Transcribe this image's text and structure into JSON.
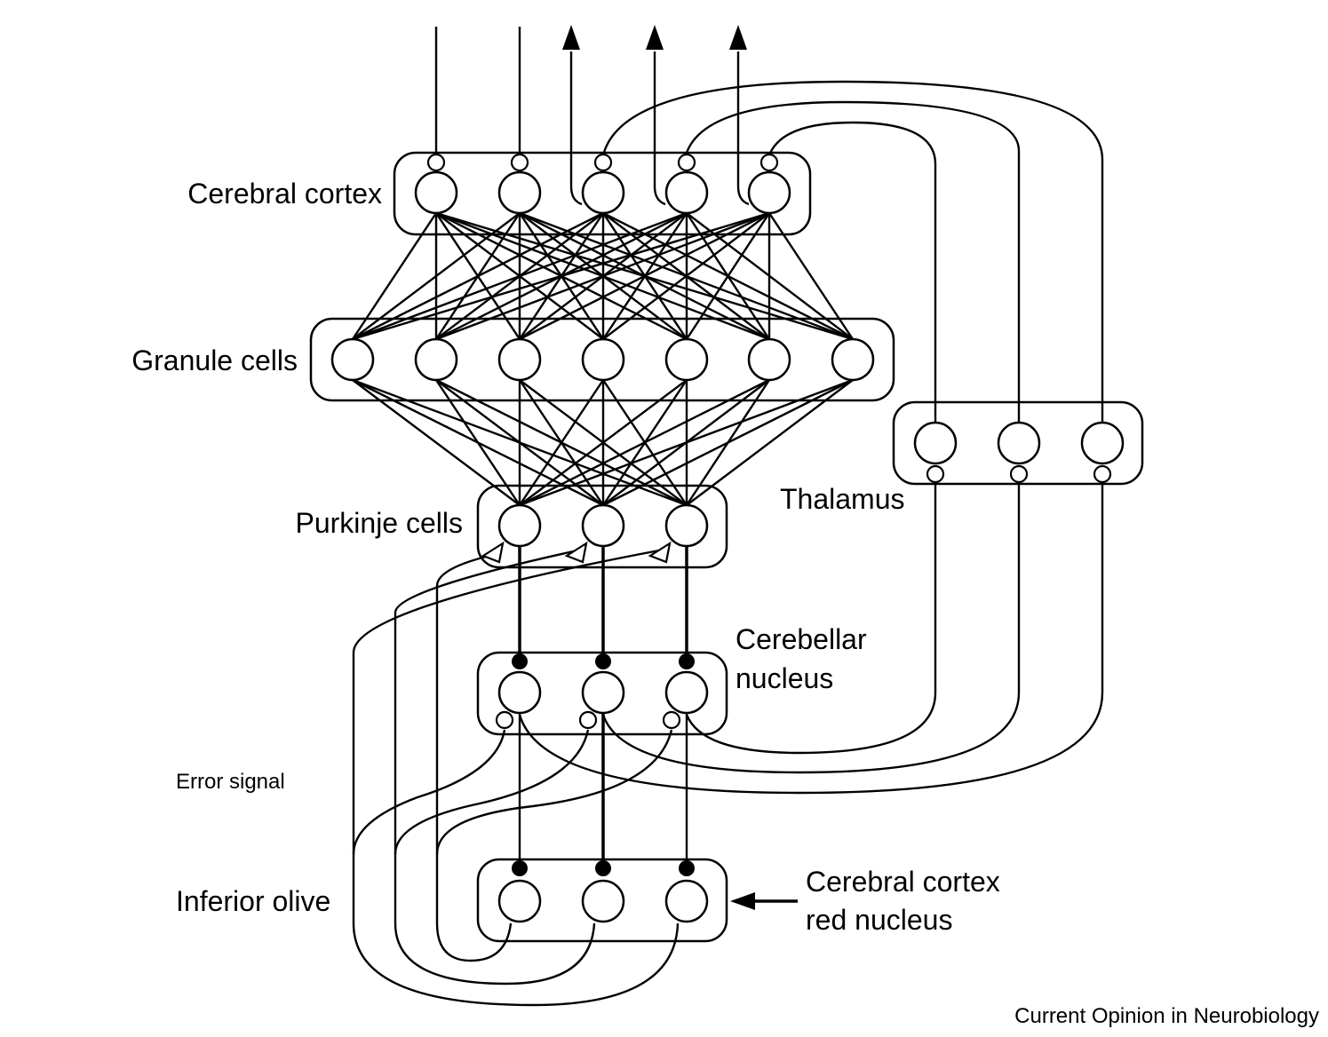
{
  "labels": {
    "cerebral_cortex": "Cerebral cortex",
    "granule_cells": "Granule cells",
    "purkinje_cells": "Purkinje cells",
    "thalamus": "Thalamus",
    "cerebellar_nucleus_1": "Cerebellar",
    "cerebellar_nucleus_2": "nucleus",
    "error_signal": "Error signal",
    "inferior_olive": "Inferior olive",
    "input_1": "Cerebral cortex",
    "input_2": "red nucleus"
  },
  "credit": "Current Opinion in Neurobiology"
}
